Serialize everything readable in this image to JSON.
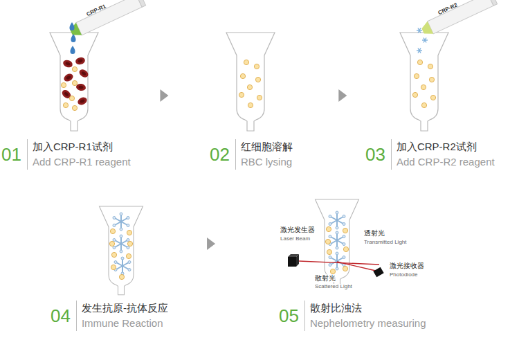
{
  "diagram": {
    "nodes": [
      {
        "text": [
          "01",
          "加入CRP-R1试剂",
          "Add CRP-R1 reagent"
        ]
      },
      {
        "text": [
          "02",
          "红细胞溶解",
          "RBC lysing"
        ]
      },
      {
        "text": [
          "03",
          "加入CRP-R2试剂",
          "Add CRP-R2 reagent"
        ]
      },
      {
        "text": [
          "04",
          "发生抗原-抗体反应",
          "Immune Reaction"
        ]
      },
      {
        "text": [
          "05",
          "散射比浊法",
          "Nephelometry measuring"
        ]
      }
    ],
    "edges": [
      {
        "from": 0,
        "to": 1,
        "arrow": "to"
      },
      {
        "from": 1,
        "to": 2,
        "arrow": "to"
      },
      {
        "from": 3,
        "to": 4,
        "arrow": "to"
      }
    ],
    "labels": [
      "CRP-R1",
      "CRP-R2",
      "激光发生器",
      "Laser Beam",
      "透射光",
      "Transmitted Light",
      "激光接收器",
      "Photodiode",
      "散射光",
      "Scattered Light"
    ]
  }
}
